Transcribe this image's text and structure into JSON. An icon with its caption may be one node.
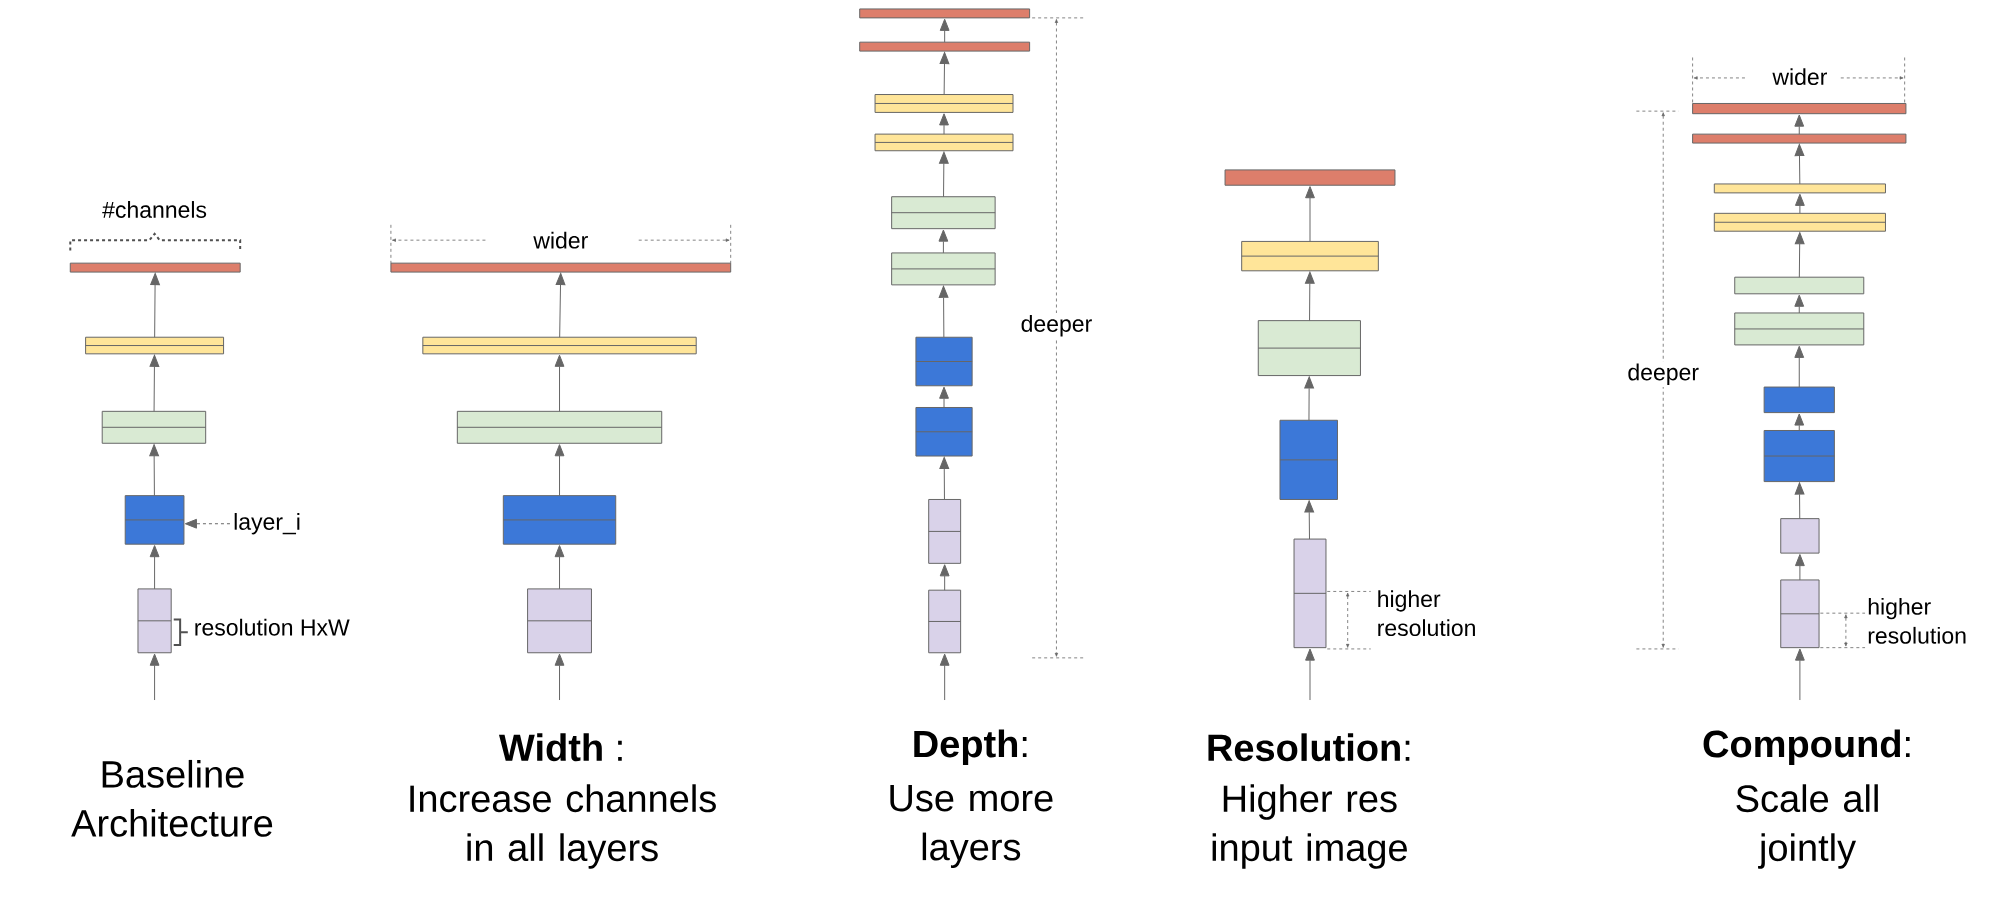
{
  "diagram": {
    "nodes": [
      {
        "text": [],
        "shape": "box"
      },
      {
        "text": [],
        "shape": "box"
      },
      {
        "text": [],
        "shape": "box"
      },
      {
        "text": [],
        "shape": "box"
      },
      {
        "text": [],
        "shape": "box"
      },
      {
        "text": [
          "layer_i"
        ]
      },
      {
        "text": [],
        "shape": "box"
      },
      {
        "text": [],
        "shape": "box"
      },
      {
        "text": [],
        "shape": "box"
      },
      {
        "text": [],
        "shape": "box"
      },
      {
        "text": [],
        "shape": "box"
      },
      {
        "text": [],
        "shape": "box"
      },
      {
        "text": [],
        "shape": "box"
      },
      {
        "text": [],
        "shape": "box"
      },
      {
        "text": [],
        "shape": "box"
      },
      {
        "text": [],
        "shape": "box"
      },
      {
        "text": [],
        "shape": "box"
      },
      {
        "text": [],
        "shape": "box"
      },
      {
        "text": [],
        "shape": "box"
      },
      {
        "text": [],
        "shape": "box"
      },
      {
        "text": [],
        "shape": "box"
      },
      {
        "text": [],
        "shape": "box"
      },
      {
        "text": [],
        "shape": "box"
      },
      {
        "text": [],
        "shape": "box"
      },
      {
        "text": [],
        "shape": "box"
      },
      {
        "text": [],
        "shape": "box"
      },
      {
        "text": [],
        "shape": "box"
      },
      {
        "text": [],
        "shape": "box"
      },
      {
        "text": [],
        "shape": "box"
      },
      {
        "text": [],
        "shape": "box"
      },
      {
        "text": [],
        "shape": "box"
      },
      {
        "text": [],
        "shape": "box"
      },
      {
        "text": [],
        "shape": "box"
      },
      {
        "text": [],
        "shape": "box"
      },
      {
        "text": [],
        "shape": "box"
      },
      {
        "text": [],
        "shape": "box"
      }
    ],
    "edges": [
      {
        "from": null,
        "to": 4,
        "arrow": "to"
      },
      {
        "from": 4,
        "to": 3,
        "arrow": "to"
      },
      {
        "from": 3,
        "to": 2,
        "arrow": "to"
      },
      {
        "from": 2,
        "to": 1,
        "arrow": "to"
      },
      {
        "from": 1,
        "to": 0,
        "arrow": "to"
      },
      {
        "from": 5,
        "to": 3,
        "arrow": "to",
        "style": "dashed"
      },
      {
        "from": null,
        "to": 10,
        "arrow": "to"
      },
      {
        "from": 10,
        "to": 9,
        "arrow": "to"
      },
      {
        "from": 9,
        "to": 8,
        "arrow": "to"
      },
      {
        "from": 8,
        "to": 7,
        "arrow": "to"
      },
      {
        "from": 7,
        "to": 6,
        "arrow": "to"
      },
      {
        "from": null,
        "to": 20,
        "arrow": "to"
      },
      {
        "from": 20,
        "to": 19,
        "arrow": "to"
      },
      {
        "from": 19,
        "to": 18,
        "arrow": "to"
      },
      {
        "from": 18,
        "to": 17,
        "arrow": "to"
      },
      {
        "from": 17,
        "to": 16,
        "arrow": "to"
      },
      {
        "from": 16,
        "to": 15,
        "arrow": "to"
      },
      {
        "from": 15,
        "to": 14,
        "arrow": "to"
      },
      {
        "from": 14,
        "to": 13,
        "arrow": "to"
      },
      {
        "from": 13,
        "to": 12,
        "arrow": "to"
      },
      {
        "from": 12,
        "to": 11,
        "arrow": "to"
      },
      {
        "from": null,
        "to": 25,
        "arrow": "to"
      },
      {
        "from": 25,
        "to": 24,
        "arrow": "to"
      },
      {
        "from": 24,
        "to": 23,
        "arrow": "to"
      },
      {
        "from": 23,
        "to": 22,
        "arrow": "to"
      },
      {
        "from": 22,
        "to": 21,
        "arrow": "to"
      },
      {
        "from": null,
        "to": 35,
        "arrow": "to"
      },
      {
        "from": 35,
        "to": 34,
        "arrow": "to"
      },
      {
        "from": 34,
        "to": 33,
        "arrow": "to"
      },
      {
        "from": 33,
        "to": 32,
        "arrow": "to"
      },
      {
        "from": 32,
        "to": 31,
        "arrow": "to"
      },
      {
        "from": 31,
        "to": 30,
        "arrow": "to"
      },
      {
        "from": 30,
        "to": 29,
        "arrow": "to"
      },
      {
        "from": 29,
        "to": 28,
        "arrow": "to"
      },
      {
        "from": 28,
        "to": 27,
        "arrow": "to"
      },
      {
        "from": 27,
        "to": 26,
        "arrow": "to"
      }
    ],
    "labels": [
      "#channels",
      "resolution HxW",
      "wider",
      "deeper",
      "higher resolution",
      "wider",
      "deeper",
      "higher resolution",
      "Baseline Architecture",
      "**Width** :",
      "Increase channels in all layers",
      "**Depth**:",
      "Use more layers",
      "**Resolution**:",
      "Higher res input image",
      "**Compound**:",
      "Scale all jointly"
    ]
  }
}
